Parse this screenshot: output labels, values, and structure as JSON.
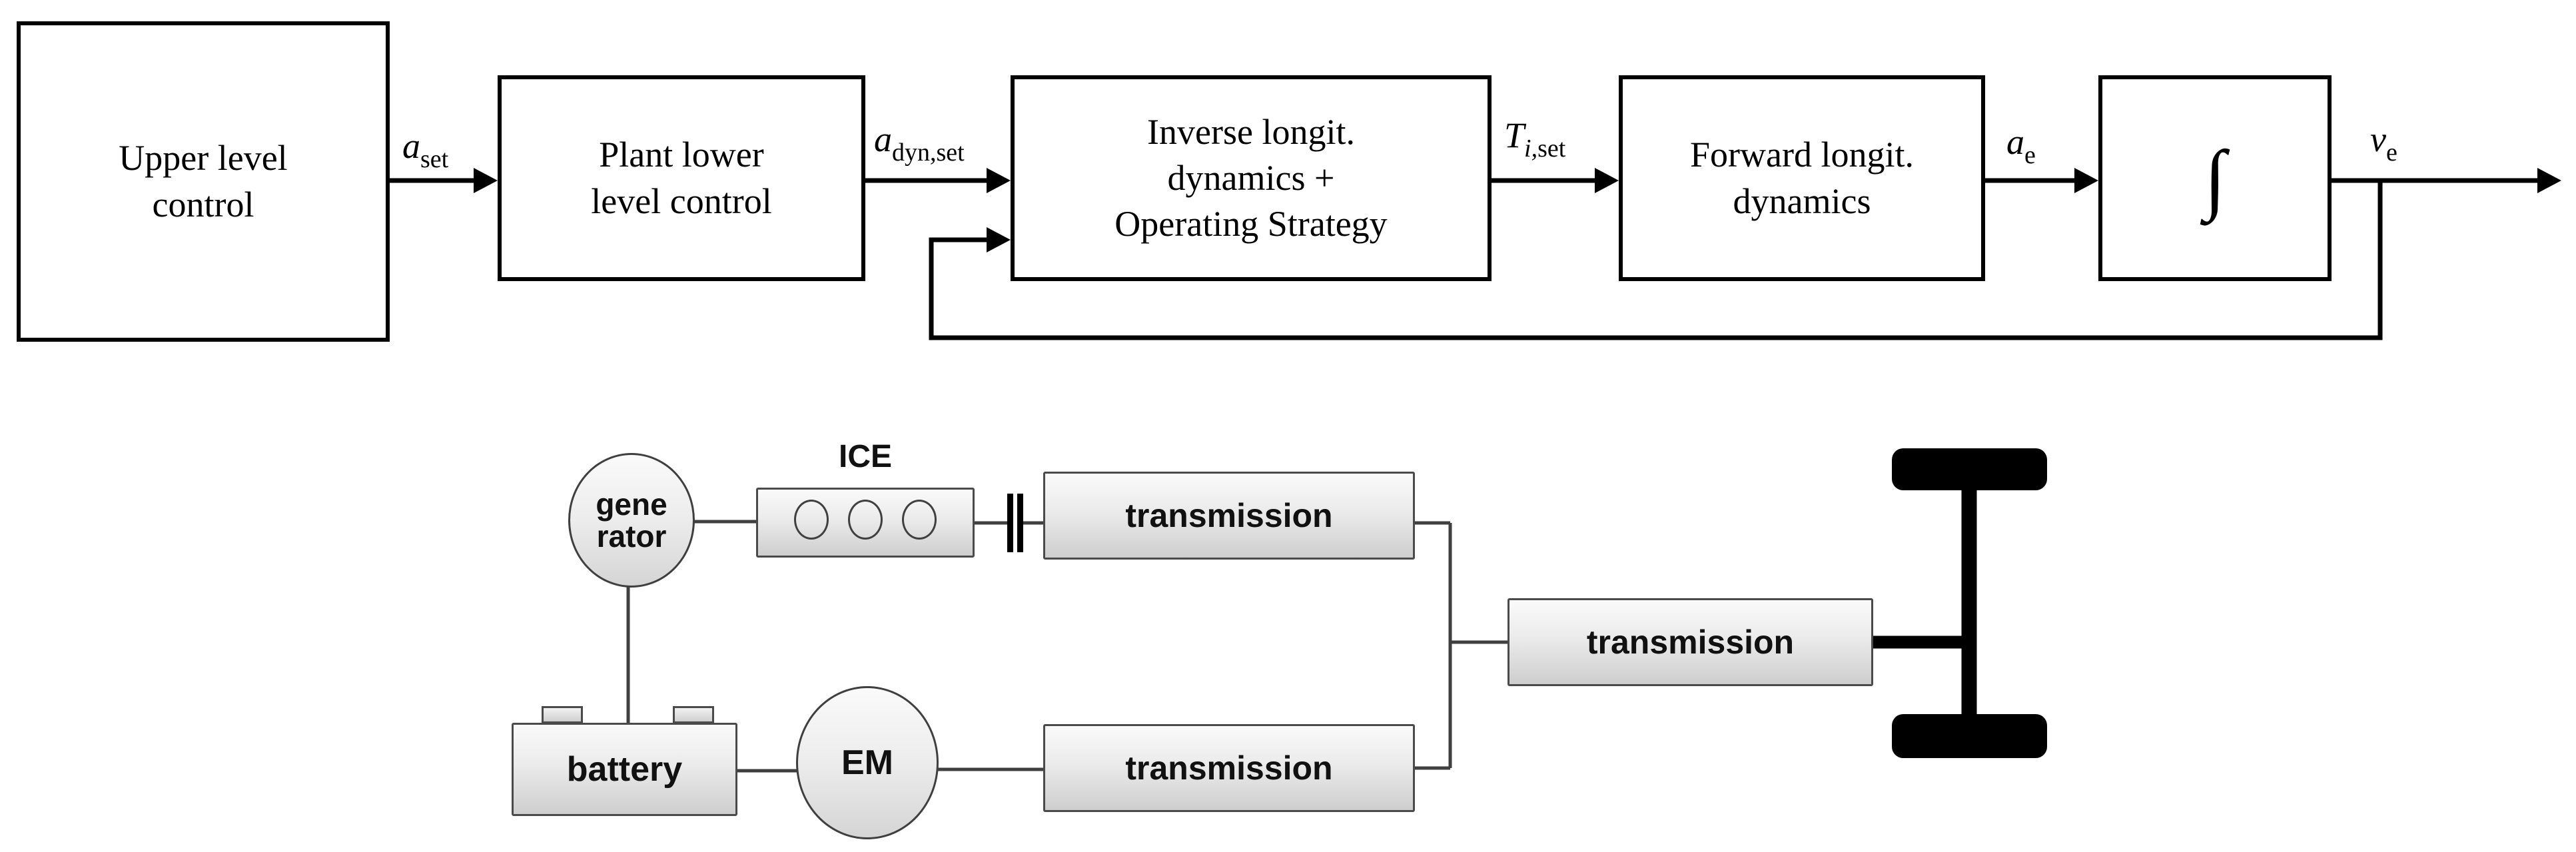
{
  "colors": {
    "control_line": "#000000",
    "powertrain_line": "#3f3f3f",
    "component_border": "#4a4a4a",
    "wheel_color": "#000000",
    "box_fill": "#ffffff"
  },
  "control": {
    "blocks": {
      "upper": {
        "line1": "Upper level",
        "line2": "control"
      },
      "plant": {
        "line1": "Plant lower",
        "line2": "level control"
      },
      "inverse": {
        "line1": "Inverse longit.",
        "line2": "dynamics +",
        "line3": "Operating Strategy"
      },
      "forward": {
        "line1": "Forward longit.",
        "line2": "dynamics"
      },
      "integrator": {
        "symbol": "∫"
      }
    },
    "signals": {
      "a_set": {
        "main": "a",
        "sub": "set"
      },
      "a_dyn_set": {
        "main": "a",
        "sub": "dyn,set"
      },
      "t_i_set": {
        "main": "T",
        "sub_italic": "i,",
        "sub": "set"
      },
      "a_e": {
        "main": "a",
        "sub": "e"
      },
      "v_e": {
        "main": "v",
        "sub": "e"
      }
    }
  },
  "powertrain": {
    "generator": {
      "line1": "gene",
      "line2": "rator"
    },
    "ice_label": "ICE",
    "battery_label": "battery",
    "em_label": "EM",
    "transmission_top": "transmission",
    "transmission_bottom": "transmission",
    "transmission_rear": "transmission"
  }
}
